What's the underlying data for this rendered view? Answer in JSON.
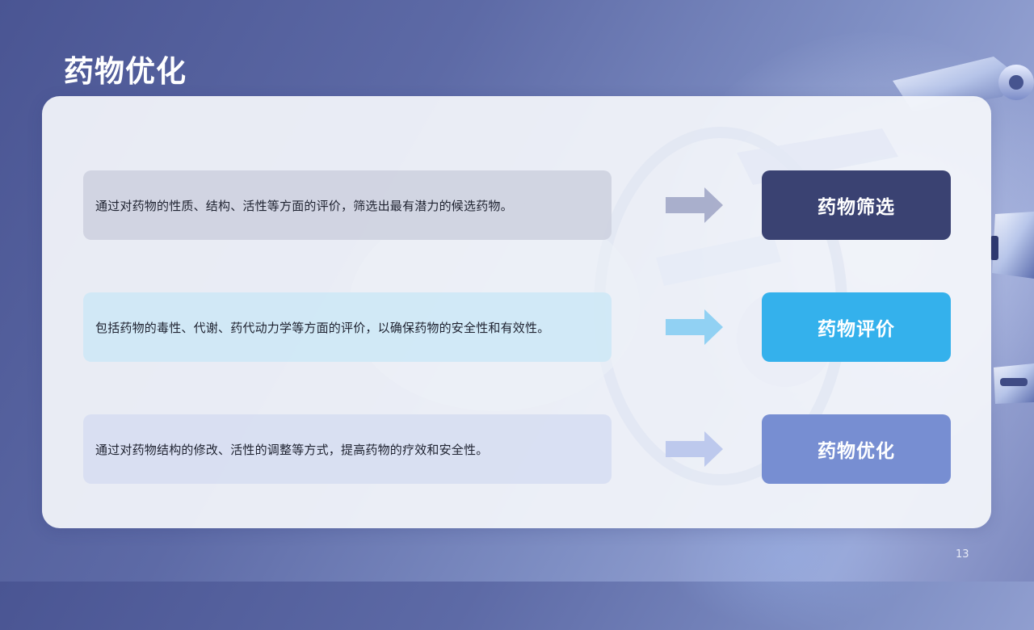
{
  "slide": {
    "title": "药物优化",
    "page_number": "13"
  },
  "rows": [
    {
      "description": "通过对药物的性质、结构、活性等方面的评价，筛选出最有潜力的候选药物。",
      "label": "药物筛选",
      "label_color": "#3a4272",
      "arrow_color": "#9aa0c2"
    },
    {
      "description": "包括药物的毒性、代谢、药代动力学等方面的评价，以确保药物的安全性和有效性。",
      "label": "药物评价",
      "label_color": "#34b1ec",
      "arrow_color": "#8ccff2"
    },
    {
      "description": "通过对药物结构的修改、活性的调整等方式，提高药物的疗效和安全性。",
      "label": "药物优化",
      "label_color": "#778ed2",
      "arrow_color": "#b9c6ec"
    }
  ],
  "icons": {
    "arrow": "arrow-right-icon",
    "background": "robot-arm-illustration"
  }
}
